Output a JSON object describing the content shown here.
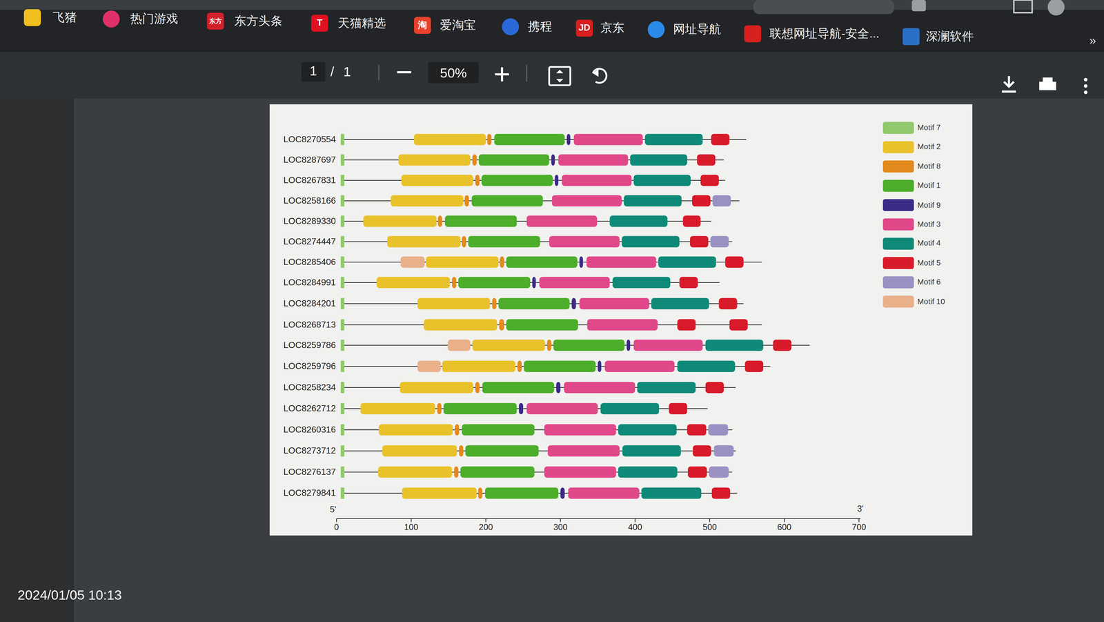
{
  "diagram": {
    "labels": [
      "飞猪",
      "热门游戏",
      "东方",
      "东方头条",
      "T",
      "天猫精选",
      "淘",
      "爱淘宝",
      "携程",
      "JD",
      "京东",
      "网址导航",
      "联想网址导航-安全...",
      "深澜软件",
      "»",
      "1",
      "/",
      "1",
      "50%",
      "LOC8270554",
      "LOC8287697",
      "LOC8267831",
      "LOC8258166",
      "LOC8289330",
      "LOC8274447",
      "LOC8285406",
      "LOC8284991",
      "LOC8284201",
      "LOC8268713",
      "LOC8259786",
      "LOC8259796",
      "LOC8258234",
      "LOC8262712",
      "LOC8260316",
      "LOC8273712",
      "LOC8276137",
      "LOC8279841",
      "5'",
      "0",
      "100",
      "200",
      "300",
      "400",
      "500",
      "600",
      "700",
      "3'",
      "2024/01/05 10:13"
    ],
    "legend": [
      {
        "text": "Motif 7",
        "color": "#8fc96b"
      },
      {
        "text": "Motif 2",
        "color": "#e9c22b"
      },
      {
        "text": "Motif 8",
        "color": "#e38a1e"
      },
      {
        "text": "Motif 1",
        "color": "#4cae2a"
      },
      {
        "text": "Motif 9",
        "color": "#3b2a86"
      },
      {
        "text": "Motif 3",
        "color": "#e0488a"
      },
      {
        "text": "Motif 4",
        "color": "#0f8a78"
      },
      {
        "text": "Motif 5",
        "color": "#d81a2a"
      },
      {
        "text": "Motif 6",
        "color": "#9a90c2"
      },
      {
        "text": "Motif 10",
        "color": "#e9b08a"
      }
    ]
  }
}
